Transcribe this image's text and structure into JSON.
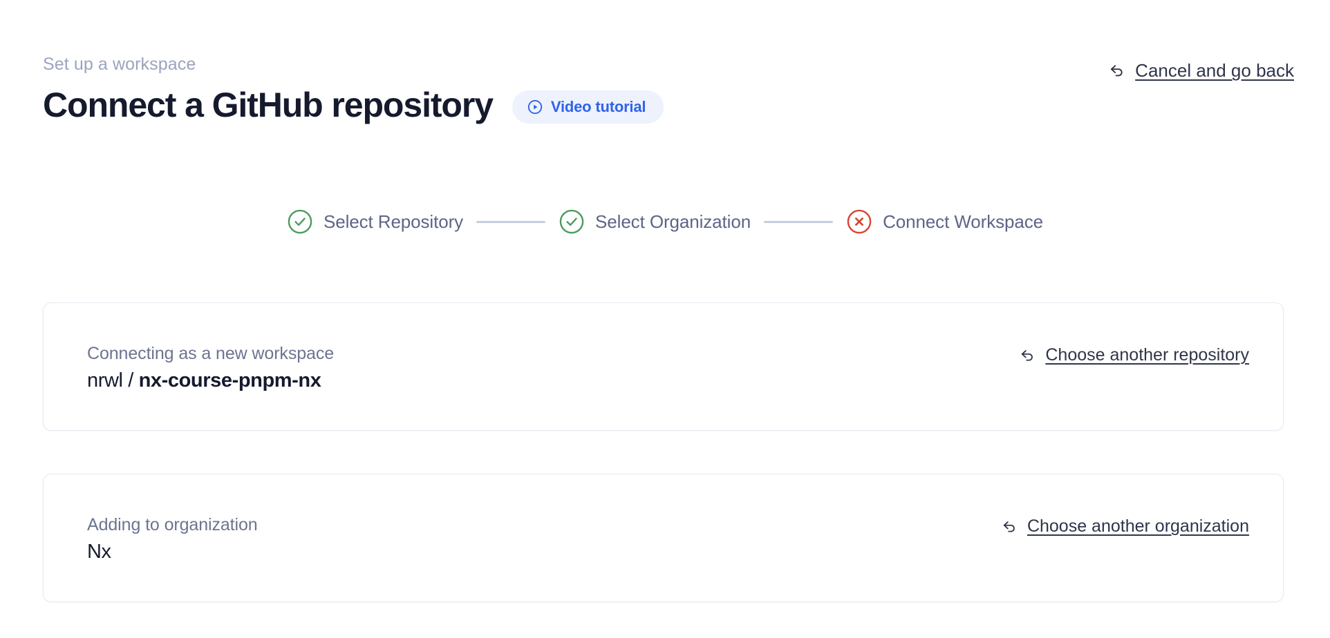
{
  "header": {
    "eyebrow": "Set up a workspace",
    "title": "Connect a GitHub repository",
    "video_badge_label": "Video tutorial",
    "video_badge_icon": "play-circle-icon",
    "cancel_label": "Cancel and go back",
    "cancel_icon": "back-arrow-icon"
  },
  "stepper": {
    "steps": [
      {
        "label": "Select Repository",
        "state": "complete",
        "icon": "check-circle-icon"
      },
      {
        "label": "Select Organization",
        "state": "complete",
        "icon": "check-circle-icon"
      },
      {
        "label": "Connect Workspace",
        "state": "error",
        "icon": "x-circle-icon"
      }
    ]
  },
  "cards": [
    {
      "caption": "Connecting as a new workspace",
      "owner": "nrwl",
      "separator": "/",
      "repo": "nx-course-pnpm-nx",
      "link_label": "Choose another repository",
      "link_icon": "back-arrow-icon"
    },
    {
      "caption": "Adding to organization",
      "value": "Nx",
      "link_label": "Choose another organization",
      "link_icon": "back-arrow-icon"
    }
  ],
  "colors": {
    "accent_blue": "#2f63e8",
    "badge_background": "#eef2fd",
    "success_green": "#4b9a5e",
    "error_red": "#d94432",
    "title_ink": "#151a2d",
    "muted_text": "#6c7490",
    "eyebrow_text": "#9aa4bf",
    "connector_line": "#c6cde1",
    "card_border": "#e8e9f2"
  }
}
